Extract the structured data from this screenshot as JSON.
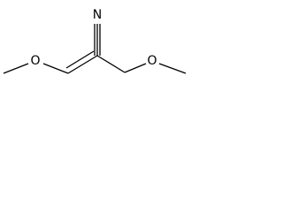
{
  "molecule": {
    "atoms": {
      "nitrogen": "N",
      "oxygen_left": "O",
      "oxygen_right": "O"
    }
  },
  "colors": {
    "background": "#ffffff",
    "ink": "#000000"
  }
}
